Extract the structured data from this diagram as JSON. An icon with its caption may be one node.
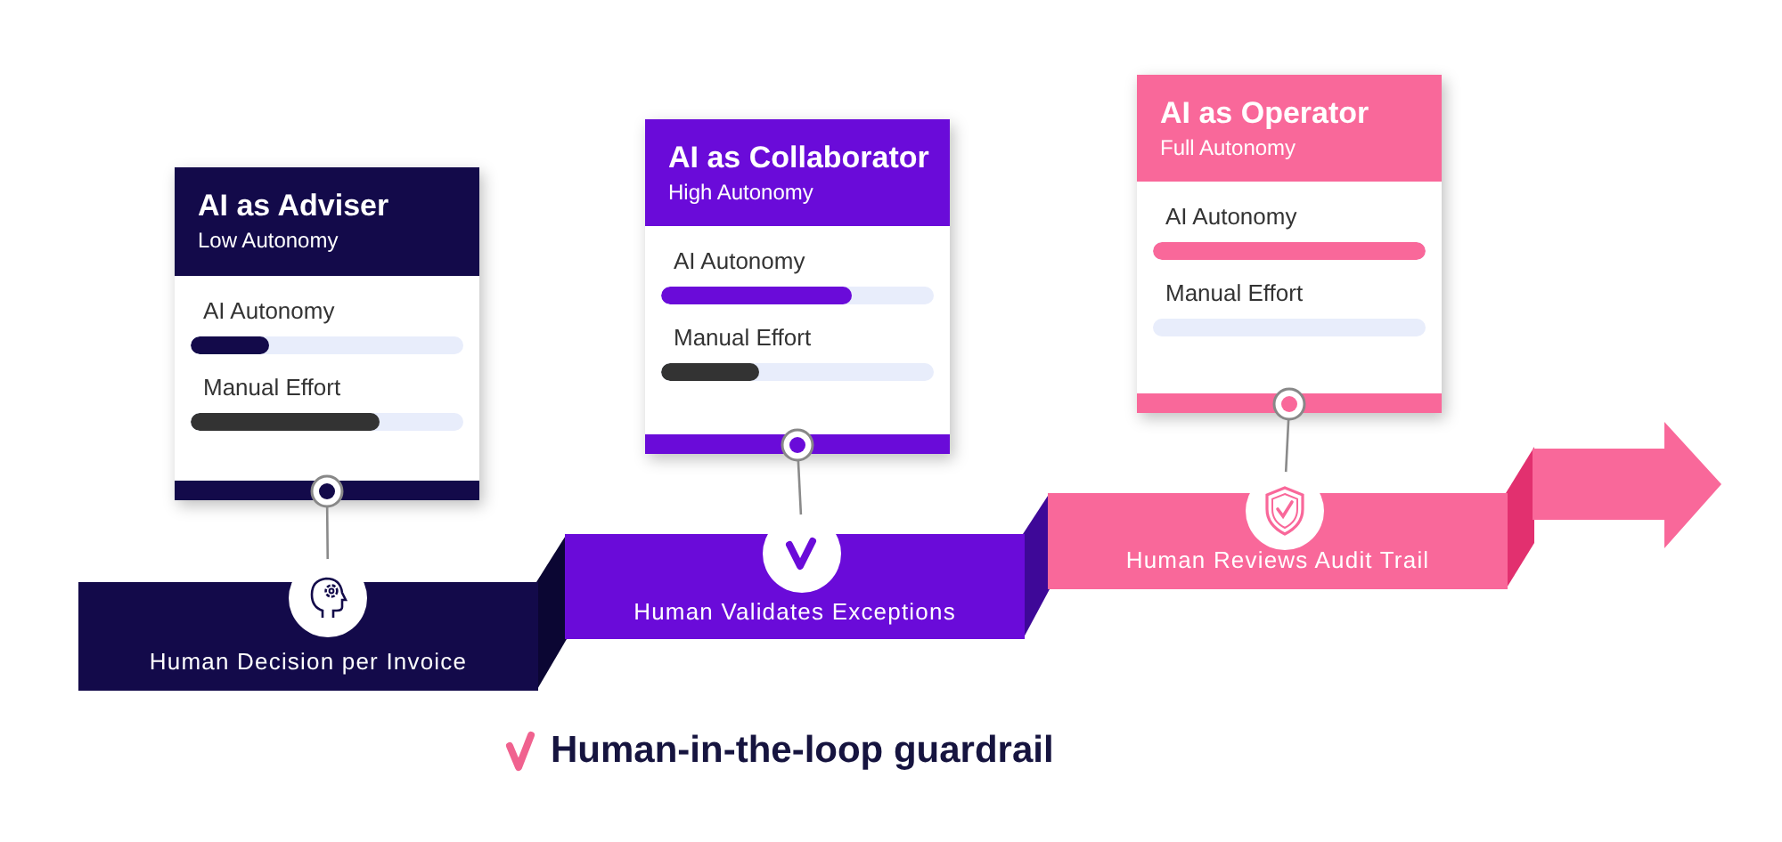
{
  "diagram": {
    "nodes": [
      {
        "text": [
          "AI as Adviser",
          "Low Autonomy",
          "AI Autonomy",
          "Manual Effort"
        ]
      },
      {
        "text": [
          "AI as Collaborator",
          "High Autonomy",
          "AI Autonomy",
          "Manual Effort"
        ]
      },
      {
        "text": [
          "AI as Operator",
          "Full Autonomy",
          "AI Autonomy",
          "Manual Effort"
        ]
      },
      {
        "text": [
          "Human Decision per Invoice"
        ]
      },
      {
        "text": [
          "Human Validates Exceptions"
        ]
      },
      {
        "text": [
          "Human Reviews Audit Trail"
        ]
      }
    ],
    "edges": [
      {
        "from": 0,
        "to": 3,
        "arrow": "other"
      },
      {
        "from": 1,
        "to": 4,
        "arrow": "other"
      },
      {
        "from": 2,
        "to": 5,
        "arrow": "other"
      }
    ],
    "legend": [
      {
        "text": "Human-in-the-loop guardrail"
      }
    ]
  }
}
